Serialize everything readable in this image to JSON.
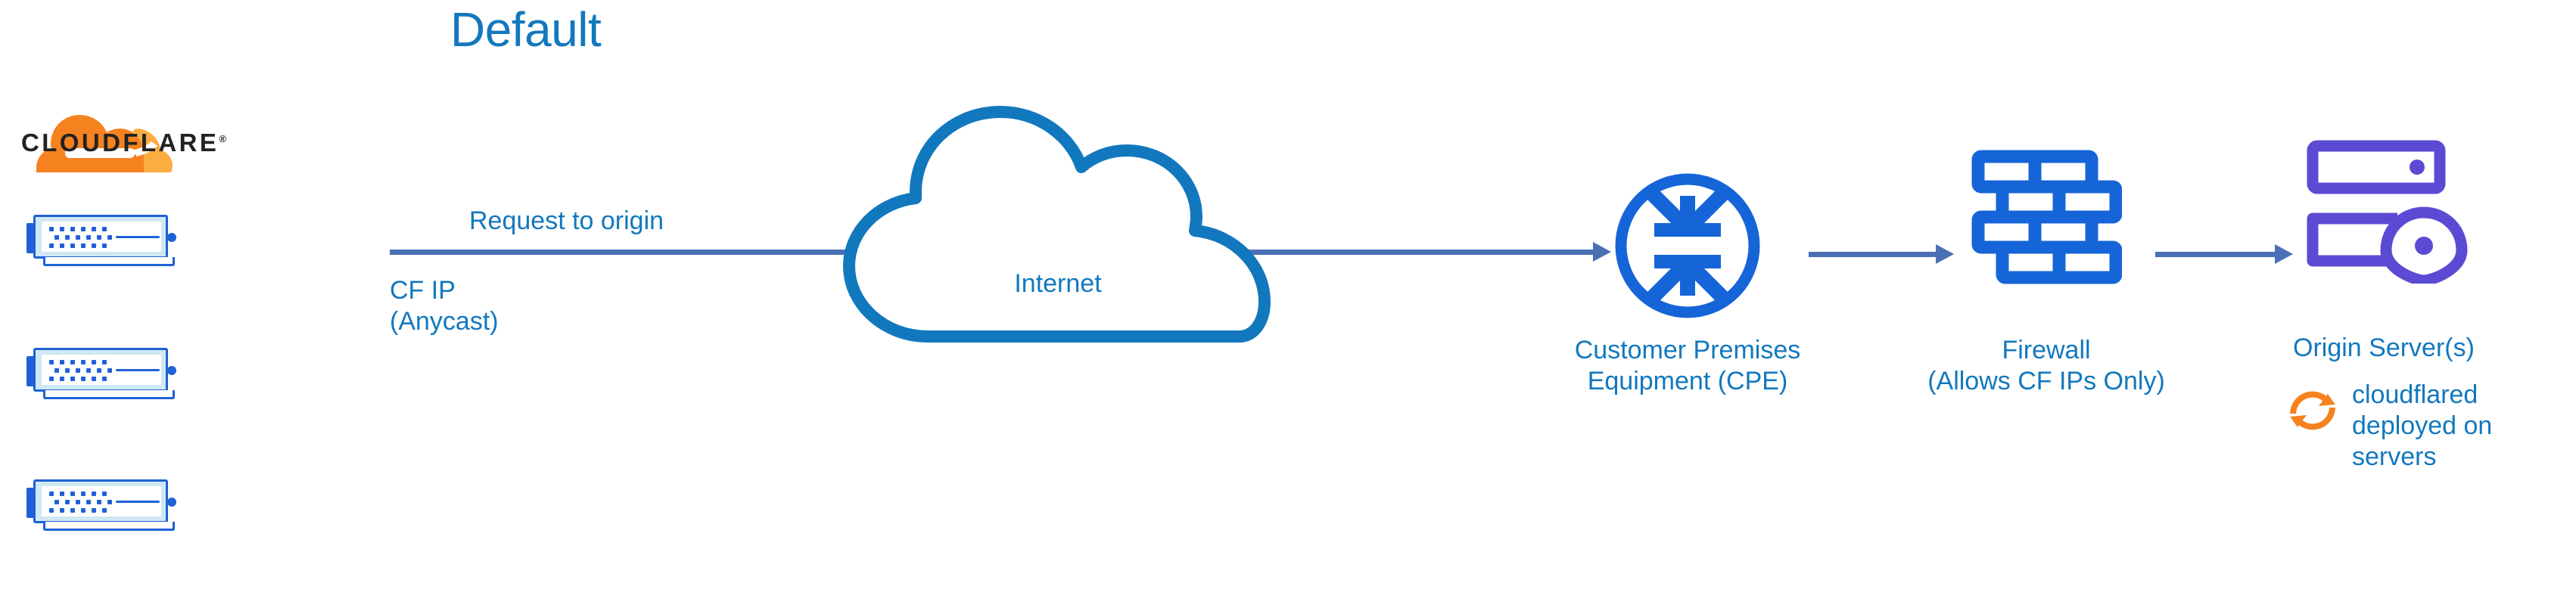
{
  "diagram": {
    "title": "Default",
    "brand": {
      "wordmark": "CLOUDFLARE",
      "registered": "®",
      "logo_icon": "cloudflare-cloud-logo",
      "orange_dark": "#F6821F",
      "orange_light": "#FBAD41"
    },
    "colors": {
      "text_blue": "#1278be",
      "device_blue": "#1f61d6",
      "cloud_blue": "#1278be",
      "arrow_blue": "#4a6fb5",
      "origin_purple": "#5B4BD4",
      "cloudflared_orange": "#F6821F",
      "wordmark_black": "#222222",
      "server_panel": "#cfe8f3"
    },
    "nodes": [
      {
        "id": "cloudflare-edge",
        "icon": "server-rack-icon",
        "count": 3,
        "label_lines": [
          "CF IP",
          "(Anycast)"
        ]
      },
      {
        "id": "internet",
        "icon": "cloud-icon",
        "label_lines": [
          "Internet"
        ]
      },
      {
        "id": "cpe",
        "icon": "router-icon",
        "label_lines": [
          "Customer Premises",
          "Equipment (CPE)"
        ]
      },
      {
        "id": "firewall",
        "icon": "brick-wall-icon",
        "label_lines": [
          "Firewall",
          "(Allows CF IPs Only)"
        ]
      },
      {
        "id": "origin",
        "icon": "server-location-pin-icon",
        "label_lines": [
          "Origin Server(s)"
        ],
        "note_icon": "sync-arrows-icon",
        "note_lines": [
          "cloudflared",
          "deployed on",
          "servers"
        ]
      }
    ],
    "edges": [
      {
        "id": "edge-main",
        "label": "Request to origin",
        "from": "cloudflare-edge",
        "to": "cpe"
      },
      {
        "id": "edge-cpe-firewall",
        "label": "",
        "from": "cpe",
        "to": "firewall"
      },
      {
        "id": "edge-firewall-origin",
        "label": "",
        "from": "firewall",
        "to": "origin"
      }
    ],
    "labels": {
      "request_to_origin": "Request to origin",
      "cf_ip_line1": "CF IP",
      "cf_ip_line2": "(Anycast)",
      "internet": "Internet",
      "cpe_line1": "Customer Premises",
      "cpe_line2": "Equipment (CPE)",
      "firewall_line1": "Firewall",
      "firewall_line2": "(Allows CF IPs Only)",
      "origin_line1": "Origin Server(s)",
      "note_line1": "cloudflared",
      "note_line2": "deployed on",
      "note_line3": "servers"
    }
  }
}
